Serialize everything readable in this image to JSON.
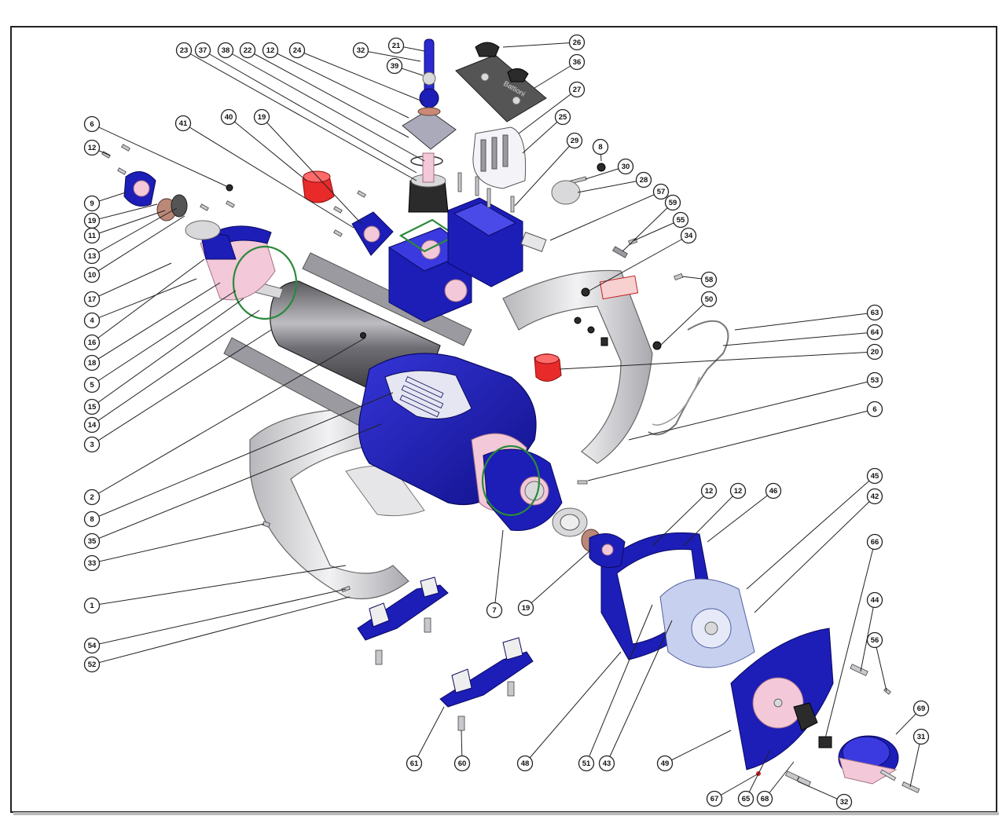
{
  "diagram": {
    "brand_plate_text": "Battioni",
    "colors": {
      "frame": "#222222",
      "housing_blue": "#1d1db8",
      "steel": "#d9d9dc",
      "cap_red": "#e82a2a",
      "gasket_green": "#2a8a3a",
      "seal_pink": "#f3c8d8"
    },
    "callouts": [
      {
        "id": "c-21",
        "label": "21"
      },
      {
        "id": "c-32a",
        "label": "32"
      },
      {
        "id": "c-39",
        "label": "39"
      },
      {
        "id": "c-26",
        "label": "26"
      },
      {
        "id": "c-36",
        "label": "36"
      },
      {
        "id": "c-27",
        "label": "27"
      },
      {
        "id": "c-25",
        "label": "25"
      },
      {
        "id": "c-29",
        "label": "29"
      },
      {
        "id": "c-8a",
        "label": "8"
      },
      {
        "id": "c-30",
        "label": "30"
      },
      {
        "id": "c-28",
        "label": "28"
      },
      {
        "id": "c-57",
        "label": "57"
      },
      {
        "id": "c-59",
        "label": "59"
      },
      {
        "id": "c-55",
        "label": "55"
      },
      {
        "id": "c-34",
        "label": "34"
      },
      {
        "id": "c-58",
        "label": "58"
      },
      {
        "id": "c-50",
        "label": "50"
      },
      {
        "id": "c-63",
        "label": "63"
      },
      {
        "id": "c-64",
        "label": "64"
      },
      {
        "id": "c-20",
        "label": "20"
      },
      {
        "id": "c-53",
        "label": "53"
      },
      {
        "id": "c-6b",
        "label": "6"
      },
      {
        "id": "c-45",
        "label": "45"
      },
      {
        "id": "c-42",
        "label": "42"
      },
      {
        "id": "c-46",
        "label": "46"
      },
      {
        "id": "c-12c",
        "label": "12"
      },
      {
        "id": "c-12d",
        "label": "12"
      },
      {
        "id": "c-66",
        "label": "66"
      },
      {
        "id": "c-44",
        "label": "44"
      },
      {
        "id": "c-56",
        "label": "56"
      },
      {
        "id": "c-69",
        "label": "69"
      },
      {
        "id": "c-31",
        "label": "31"
      },
      {
        "id": "c-32b",
        "label": "32"
      },
      {
        "id": "c-68",
        "label": "68"
      },
      {
        "id": "c-65",
        "label": "65"
      },
      {
        "id": "c-67",
        "label": "67"
      },
      {
        "id": "c-49",
        "label": "49"
      },
      {
        "id": "c-43",
        "label": "43"
      },
      {
        "id": "c-51",
        "label": "51"
      },
      {
        "id": "c-48",
        "label": "48"
      },
      {
        "id": "c-60",
        "label": "60"
      },
      {
        "id": "c-61",
        "label": "61"
      },
      {
        "id": "c-7",
        "label": "7"
      },
      {
        "id": "c-19c",
        "label": "19"
      },
      {
        "id": "c-23",
        "label": "23"
      },
      {
        "id": "c-37",
        "label": "37"
      },
      {
        "id": "c-38",
        "label": "38"
      },
      {
        "id": "c-22",
        "label": "22"
      },
      {
        "id": "c-12a",
        "label": "12"
      },
      {
        "id": "c-24",
        "label": "24"
      },
      {
        "id": "c-41",
        "label": "41"
      },
      {
        "id": "c-40",
        "label": "40"
      },
      {
        "id": "c-19a",
        "label": "19"
      },
      {
        "id": "c-6a",
        "label": "6"
      },
      {
        "id": "c-12b",
        "label": "12"
      },
      {
        "id": "c-9",
        "label": "9"
      },
      {
        "id": "c-19b",
        "label": "19"
      },
      {
        "id": "c-11",
        "label": "11"
      },
      {
        "id": "c-13",
        "label": "13"
      },
      {
        "id": "c-10",
        "label": "10"
      },
      {
        "id": "c-17",
        "label": "17"
      },
      {
        "id": "c-4",
        "label": "4"
      },
      {
        "id": "c-16",
        "label": "16"
      },
      {
        "id": "c-18",
        "label": "18"
      },
      {
        "id": "c-5",
        "label": "5"
      },
      {
        "id": "c-15",
        "label": "15"
      },
      {
        "id": "c-14",
        "label": "14"
      },
      {
        "id": "c-3",
        "label": "3"
      },
      {
        "id": "c-2",
        "label": "2"
      },
      {
        "id": "c-8b",
        "label": "8"
      },
      {
        "id": "c-35",
        "label": "35"
      },
      {
        "id": "c-33",
        "label": "33"
      },
      {
        "id": "c-1",
        "label": "1"
      },
      {
        "id": "c-54",
        "label": "54"
      },
      {
        "id": "c-52",
        "label": "52"
      }
    ]
  }
}
